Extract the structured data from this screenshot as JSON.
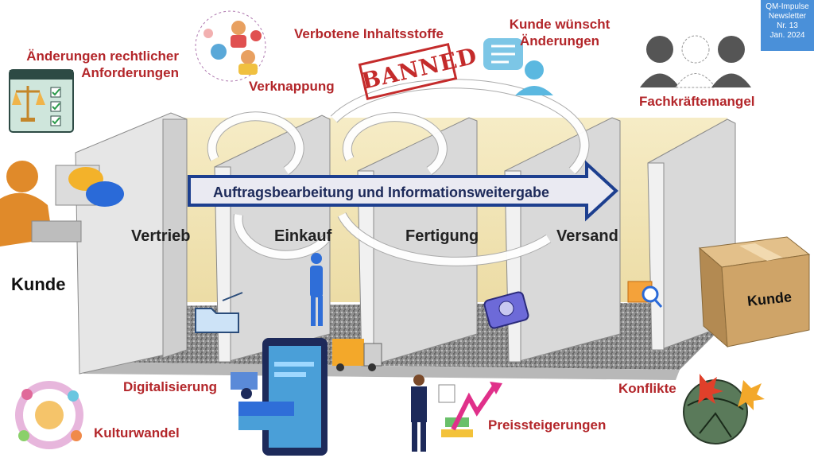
{
  "badge": {
    "lines": [
      "QM-Impulse",
      "Newsletter",
      "Nr. 13",
      "Jan. 2024"
    ]
  },
  "labels": {
    "aenderungen_line1": "Änderungen rechtlicher",
    "aenderungen_line2": "Anforderungen",
    "verknappung": "Verknappung",
    "verbotene": "Verbotene Inhaltsstoffe",
    "kunde_wuenscht_line1": "Kunde wünscht",
    "kunde_wuenscht_line2": "Änderungen",
    "fachkraeftemangel": "Fachkräftemangel",
    "digitalisierung": "Digitalisierung",
    "kulturwandel": "Kulturwandel",
    "preissteigerungen": "Preissteigerungen",
    "konflikte": "Konflikte"
  },
  "banned_stamp": "BANNED",
  "banner": "Auftragsbearbeitung und Informationsweitergabe",
  "stages": {
    "vertrieb": "Vertrieb",
    "einkauf": "Einkauf",
    "fertigung": "Fertigung",
    "versand": "Versand"
  },
  "kunde_left": "Kunde",
  "kunde_box": "Kunde",
  "colors": {
    "label_red": "#b3262a",
    "banner_blue": "#1d3f8f",
    "badge_blue": "#4a90d9",
    "wall_cream": "#f3e6b8"
  }
}
